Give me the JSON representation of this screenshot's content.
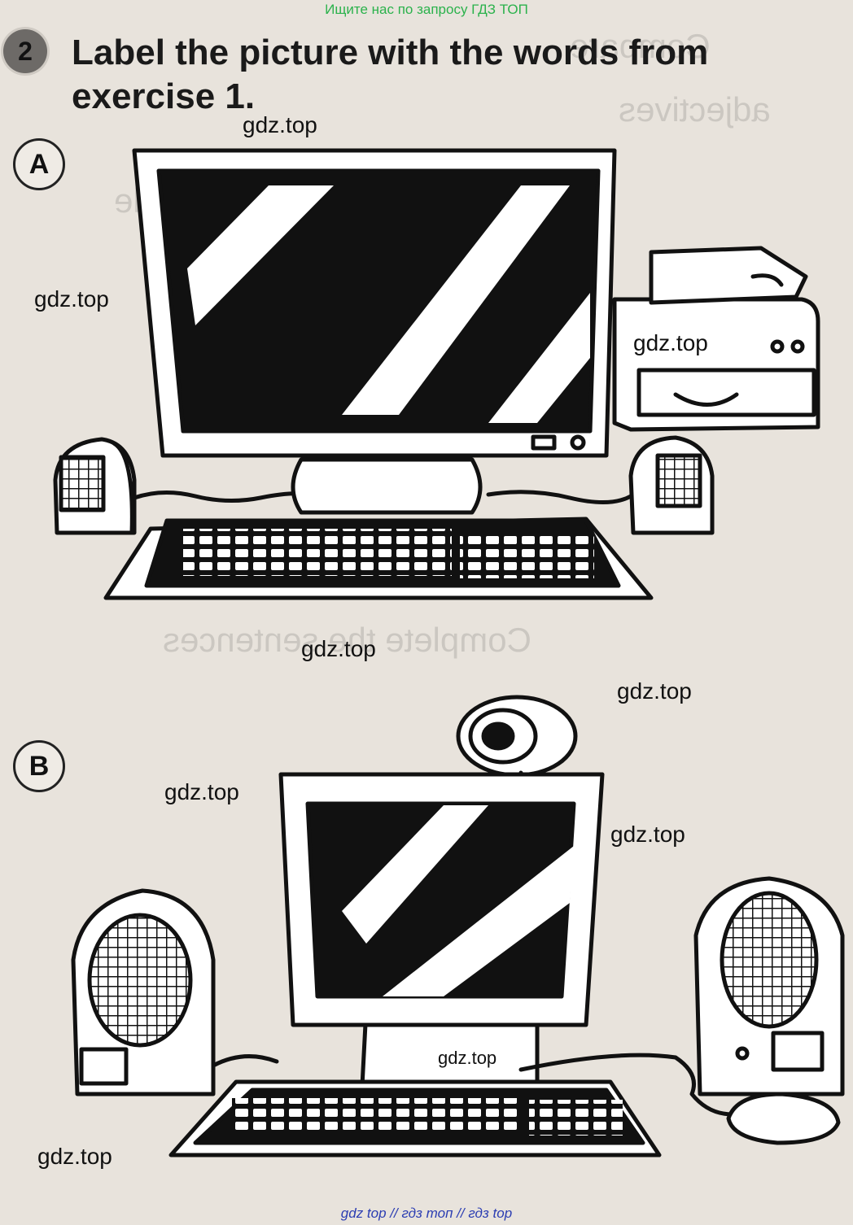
{
  "banner_top": "Ищите нас по запросу ГДЗ ТОП",
  "banner_bottom": "gdz top  //  гдз топ  //  гдз top",
  "exercise": {
    "number": "2",
    "instruction": "Label the picture with the words from exercise 1."
  },
  "pictures": [
    {
      "label": "A"
    },
    {
      "label": "B"
    }
  ],
  "watermarks": [
    "gdz.top",
    "gdz.top",
    "gdz.top",
    "gdz.top",
    "gdz.top",
    "gdz.top",
    "gdz.top",
    "gdz.top",
    "gdz.top"
  ]
}
